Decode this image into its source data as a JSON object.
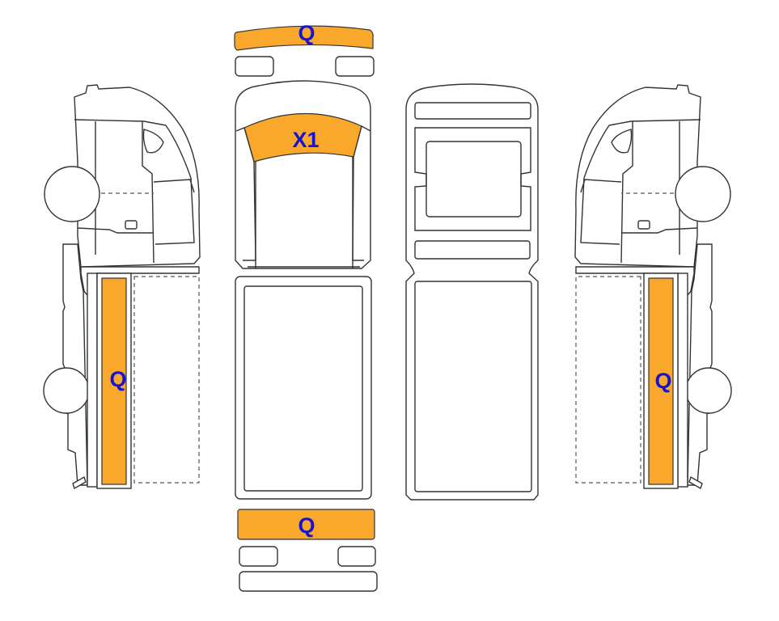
{
  "colors": {
    "damage_fill": "#F9A82B",
    "label_color": "#1414D2",
    "outline": "#333333"
  },
  "markers": {
    "front_bumper": "Q",
    "windshield": "X1",
    "left_side_body": "Q",
    "right_side_body": "Q",
    "rear_bumper": "Q"
  }
}
